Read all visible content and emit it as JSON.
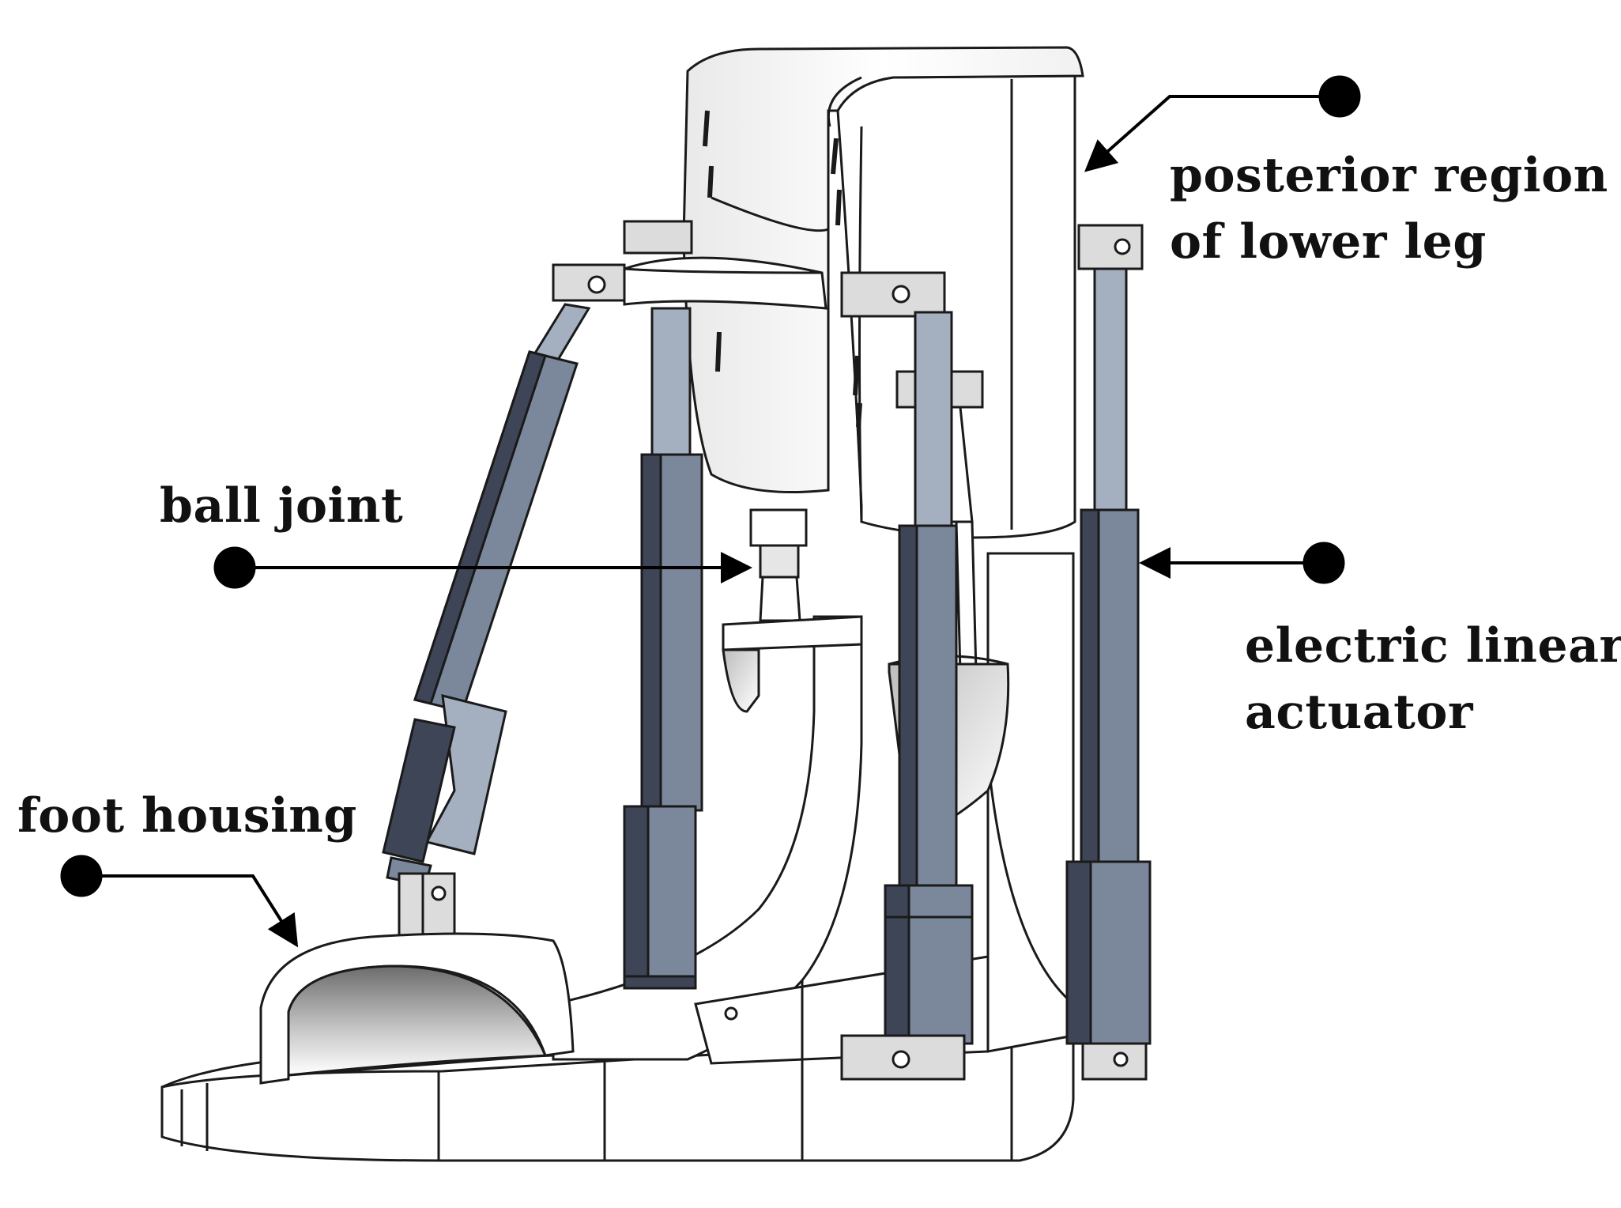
{
  "labels": {
    "posterior": {
      "line1": "posterior region",
      "line2": "of lower leg"
    },
    "ball_joint": "ball joint",
    "actuator": {
      "line1": "electric linear",
      "line2": "actuator"
    },
    "foot_housing": "foot housing"
  },
  "colors": {
    "background": "#ffffff",
    "outline": "#1a1a1a",
    "shell": "#ffffff",
    "actuator_rod": "#a4afbf",
    "actuator_body": "#7b879b",
    "actuator_dark": "#3e4556",
    "bracket": "#d6d6d6",
    "callout": "#000000"
  }
}
